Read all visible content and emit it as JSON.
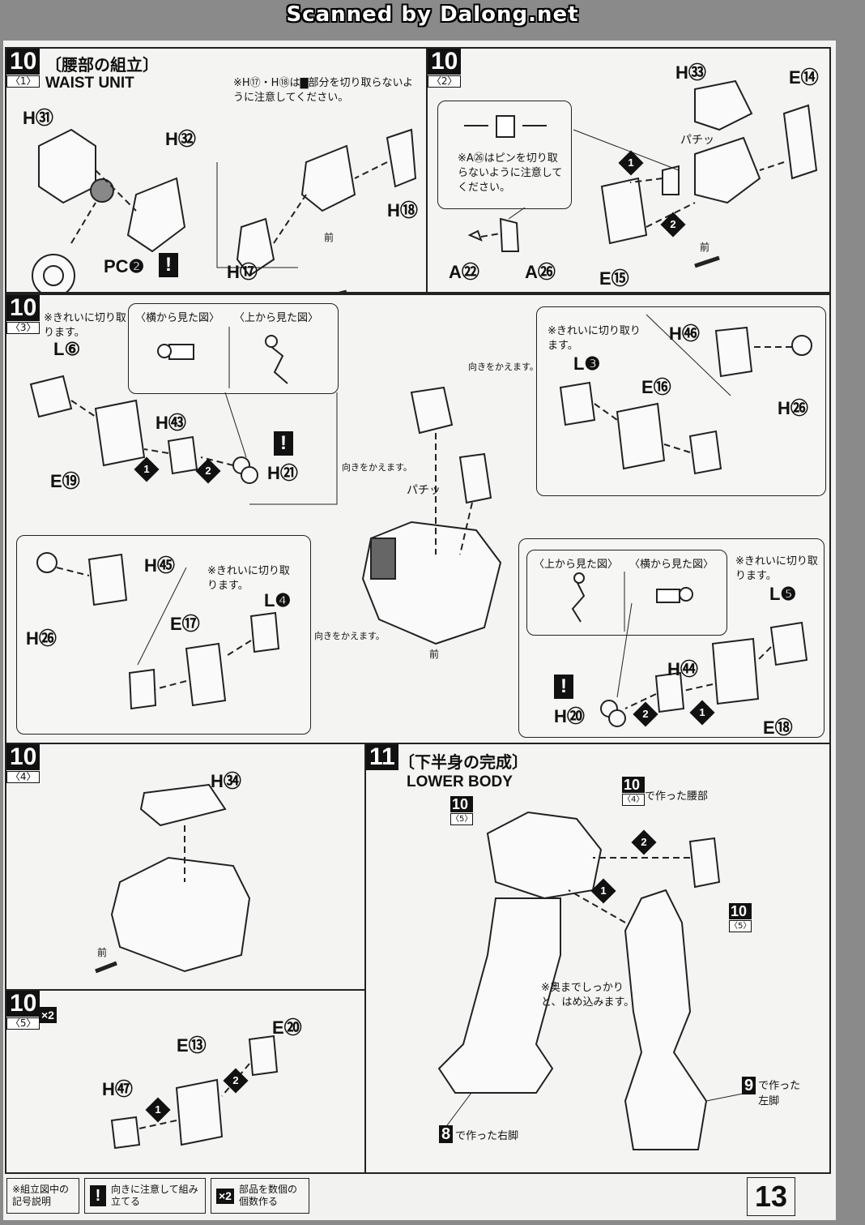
{
  "scanner_header": "Scanned by Dalong.net",
  "page_number": "13",
  "step10": {
    "number": "10",
    "title_jp": "〔腰部の組立〕",
    "title_en": "WAIST UNIT",
    "sub1": {
      "label": "〈1〉",
      "note": "※H⑰・H⑱は▇部分を切り取らないように注意してください。",
      "forward": "前",
      "parts": [
        "H㉛",
        "H㉜",
        "PC❷",
        "H⑰",
        "H⑱"
      ]
    },
    "sub2": {
      "label": "〈2〉",
      "note": "※A㉖はピンを切り取らないように注意してください。",
      "sound": "パチッ",
      "forward": "前",
      "parts": [
        "H㉝",
        "E⑭",
        "E⑮",
        "A㉒",
        "A㉖"
      ],
      "step_marks": [
        "1",
        "2"
      ]
    },
    "sub3": {
      "label": "〈3〉",
      "note_clean": "※きれいに切り取ります。",
      "side_view": "〈横から見た図〉",
      "top_view": "〈上から見た図〉",
      "turn": "向きをかえます。",
      "sound": "パチッ",
      "forward": "前",
      "parts_left": [
        "L⑥",
        "E⑲",
        "H㊸",
        "H㉑"
      ],
      "parts_right": [
        "L❸",
        "E⑯",
        "H㊻",
        "H㉖"
      ],
      "parts_lower_left": [
        "H㊺",
        "H㉖",
        "L❹",
        "E⑰"
      ],
      "parts_lower_right": [
        "L❺",
        "H㊹",
        "H⑳",
        "E⑱"
      ],
      "step_marks": [
        "1",
        "2"
      ]
    },
    "sub4": {
      "label": "〈4〉",
      "forward": "前",
      "parts": [
        "H㉞"
      ]
    },
    "sub5": {
      "label": "〈5〉",
      "multiplier": "×2",
      "parts": [
        "E⑬",
        "E⑳",
        "H㊼"
      ],
      "step_marks": [
        "1",
        "2"
      ]
    }
  },
  "step11": {
    "number": "11",
    "title_jp": "〔下半身の完成〕",
    "title_en": "LOWER BODY",
    "ref_waist": "で作った腰部",
    "ref_waist_step": "10",
    "ref_waist_sub": "〈4〉",
    "ref5_step": "10",
    "ref5_sub": "〈5〉",
    "note": "※奥までしっかりと、はめ込みます。",
    "right_leg": "で作った右脚",
    "right_leg_step": "8",
    "left_leg": "で作った左脚",
    "left_leg_step": "9",
    "step_marks": [
      "1",
      "2"
    ]
  },
  "legend": {
    "title": "※組立図中の記号説明",
    "item1": "向きに注意して組み立てる",
    "item2": "部品を数個の個数作る",
    "item2_mark": "×2",
    "item1_mark": "!"
  }
}
